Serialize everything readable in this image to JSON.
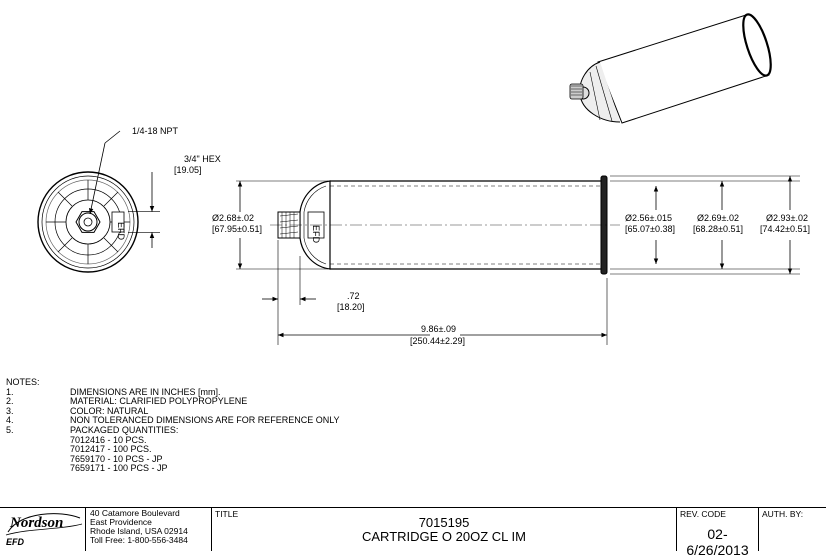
{
  "views": {
    "end_view": {
      "thread_label": "1/4-18 NPT",
      "hex_label": "3/4\"  HEX",
      "hex_mm": "[19.05]",
      "logo_text": "EFD"
    },
    "side_view": {
      "outer_dia_nozzle_end": "Ø2.68±.02",
      "outer_dia_nozzle_end_mm": "[67.95±0.51]",
      "inner_dia": "Ø2.56±.015",
      "inner_dia_mm": "[65.07±0.38]",
      "outer_dia": "Ø2.69±.02",
      "outer_dia_mm": "[68.28±0.51]",
      "flange_dia": "Ø2.93±.02",
      "flange_dia_mm": "[74.42±0.51]",
      "nozzle_length": ".72",
      "nozzle_length_mm": "[18.20]",
      "overall_length": "9.86±.09",
      "overall_length_mm": "[250.44±2.29]",
      "logo_text": "EFD"
    }
  },
  "notes": {
    "heading": "NOTES:",
    "items": [
      {
        "num": "1.",
        "text": "DIMENSIONS ARE IN INCHES [mm]."
      },
      {
        "num": "2.",
        "text": "MATERIAL: CLARIFIED POLYPROPYLENE"
      },
      {
        "num": "3.",
        "text": "COLOR: NATURAL"
      },
      {
        "num": "4.",
        "text": "NON TOLERANCED DIMENSIONS ARE FOR REFERENCE ONLY"
      },
      {
        "num": "5.",
        "text": "PACKAGED QUANTITIES:"
      }
    ],
    "packages": [
      "7012416 - 10 PCS.",
      "7012417 - 100 PCS.",
      "7659170 - 10 PCS - JP",
      "7659171 - 100 PCS - JP"
    ]
  },
  "title_block": {
    "logo": "Nordson",
    "logo_sub": "EFD",
    "address": [
      "40 Catamore Boulevard",
      "East Providence",
      "Rhode Island, USA 02914",
      "Toll Free: 1-800-556-3484"
    ],
    "title_caption": "TITLE",
    "part_number": "7015195",
    "part_name": "CARTRIDGE O 20OZ CL IM",
    "rev_caption": "REV. CODE",
    "rev_value": "02-6/26/2013",
    "auth_caption": "AUTH. BY:"
  }
}
